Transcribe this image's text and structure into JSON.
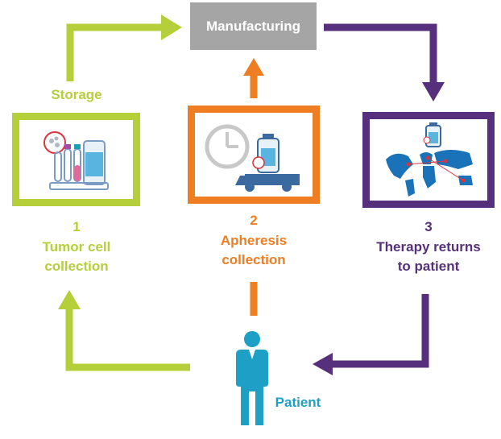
{
  "colors": {
    "green": "#b5cf3a",
    "orange": "#ef7d22",
    "purple": "#56307d",
    "gray": "#a6a5a6",
    "teal": "#1d9fc6",
    "blue": "#1a73b8"
  },
  "manufacturing": {
    "label": "Manufacturing"
  },
  "storage": {
    "label": "Storage"
  },
  "step1": {
    "number": "1",
    "line1": "Tumor cell",
    "line2": "collection",
    "icon": "test-tubes-icon"
  },
  "step2": {
    "number": "2",
    "line1": "Apheresis",
    "line2": "collection",
    "icon": "clock-truck-icon"
  },
  "step3": {
    "number": "3",
    "line1": "Therapy returns",
    "line2": "to patient",
    "icon": "world-map-icon"
  },
  "patient": {
    "label": "Patient",
    "icon": "person-icon"
  }
}
